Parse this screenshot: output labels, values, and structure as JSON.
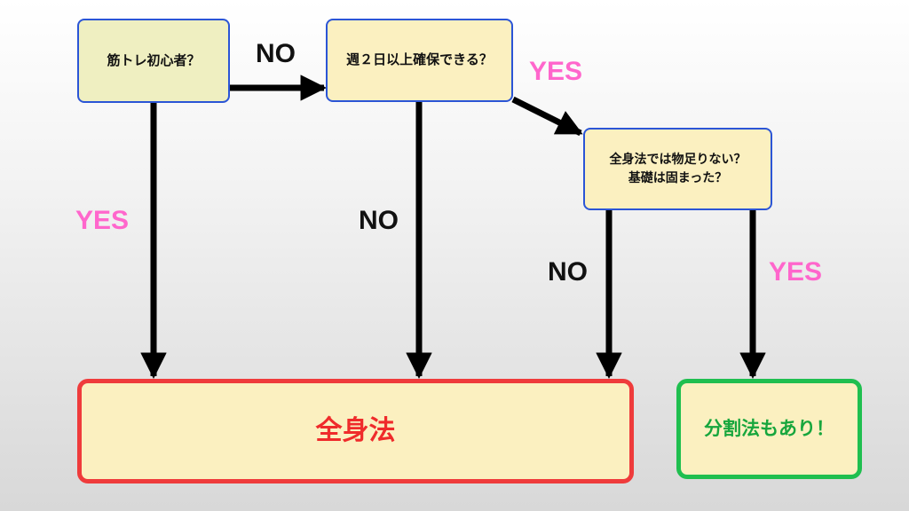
{
  "nodes": {
    "beginner": "筋トレ初心者？",
    "two_days": "週２日以上確保できる？",
    "fullbody_question_line1": "全身法では物足りない？",
    "fullbody_question_line2": "基礎は固まった？",
    "result_full_body": "全身法",
    "result_split": "分割法もあり！"
  },
  "edge_labels": {
    "beginner_to_two_days": "NO",
    "two_days_to_question": "YES",
    "beginner_down": "YES",
    "two_days_down": "NO",
    "question_no": "NO",
    "question_yes": "YES"
  },
  "colors": {
    "yes_label": "#ff66cc",
    "no_label": "#111111",
    "question_border": "#2b55d6",
    "full_body_border": "#ef3b3b",
    "split_border": "#1fbf4f"
  }
}
